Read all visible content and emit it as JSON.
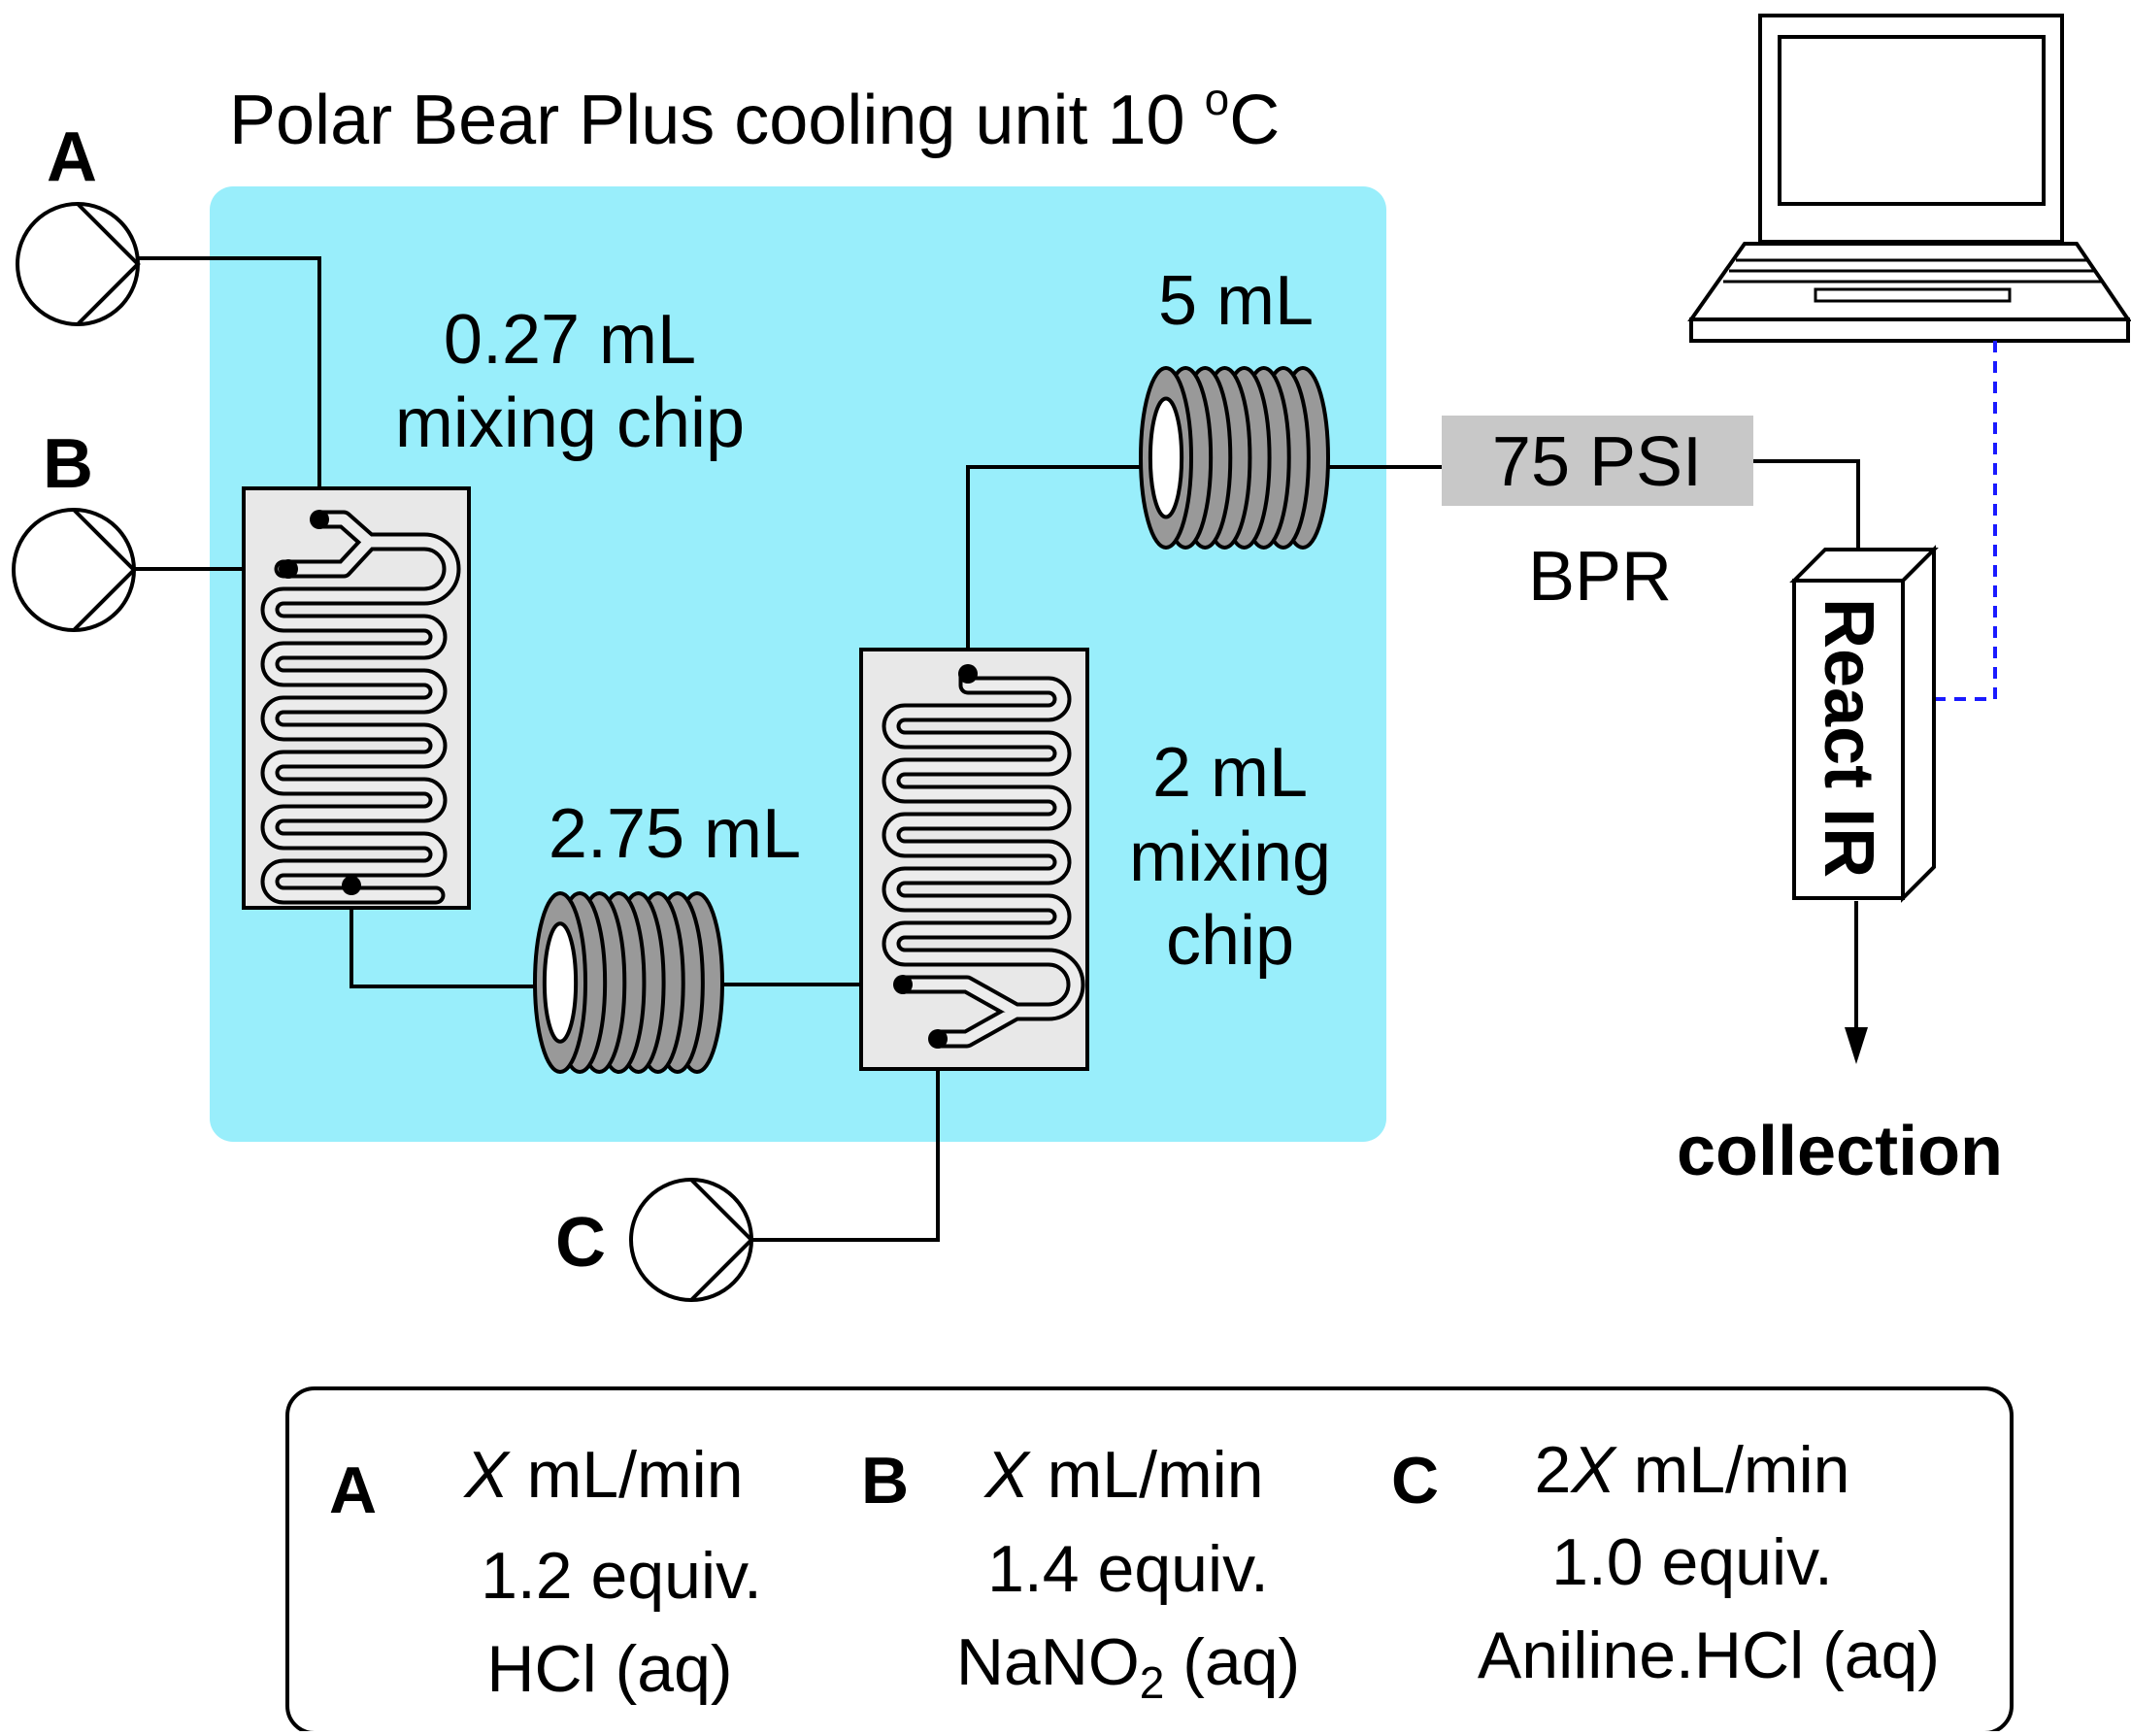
{
  "cooling_unit": {
    "label": "Polar Bear Plus cooling unit 10 ",
    "degree": "o",
    "unit": "C",
    "color": "#99eefb"
  },
  "pumps": {
    "a": {
      "label": "A"
    },
    "b": {
      "label": "B"
    },
    "c": {
      "label": "C"
    }
  },
  "chip1": {
    "volume": "0.27 mL",
    "name": "mixing chip"
  },
  "coil1": {
    "volume": "2.75 mL"
  },
  "chip2": {
    "volume": "2 mL",
    "name_line1": "mixing",
    "name_line2": "chip"
  },
  "coil2": {
    "volume": "5 mL"
  },
  "bpr": {
    "pressure": "75 PSI",
    "label": "BPR"
  },
  "react_ir": {
    "label": "React IR"
  },
  "collection": {
    "label": "collection"
  },
  "legend": {
    "a": {
      "letter": "A",
      "rate_var": "X",
      "rate_unit": " mL/min",
      "equiv": "1.2 equiv.",
      "reagent": "HCl (aq)"
    },
    "b": {
      "letter": "B",
      "rate_var": "X",
      "rate_unit": " mL/min",
      "equiv": "1.4 equiv.",
      "reagent_pre": "NaNO",
      "reagent_sub": "2",
      "reagent_post": " (aq)"
    },
    "c": {
      "letter": "C",
      "rate_pre": "2",
      "rate_var": "X",
      "rate_unit": " mL/min",
      "equiv": "1.0 equiv.",
      "reagent": "Aniline.HCl (aq)"
    }
  },
  "colors": {
    "chip_fill": "#e8e8e8",
    "coil_fill": "#999999",
    "bpr_fill": "#c8c8c8",
    "signal_line": "#1a1aff"
  }
}
